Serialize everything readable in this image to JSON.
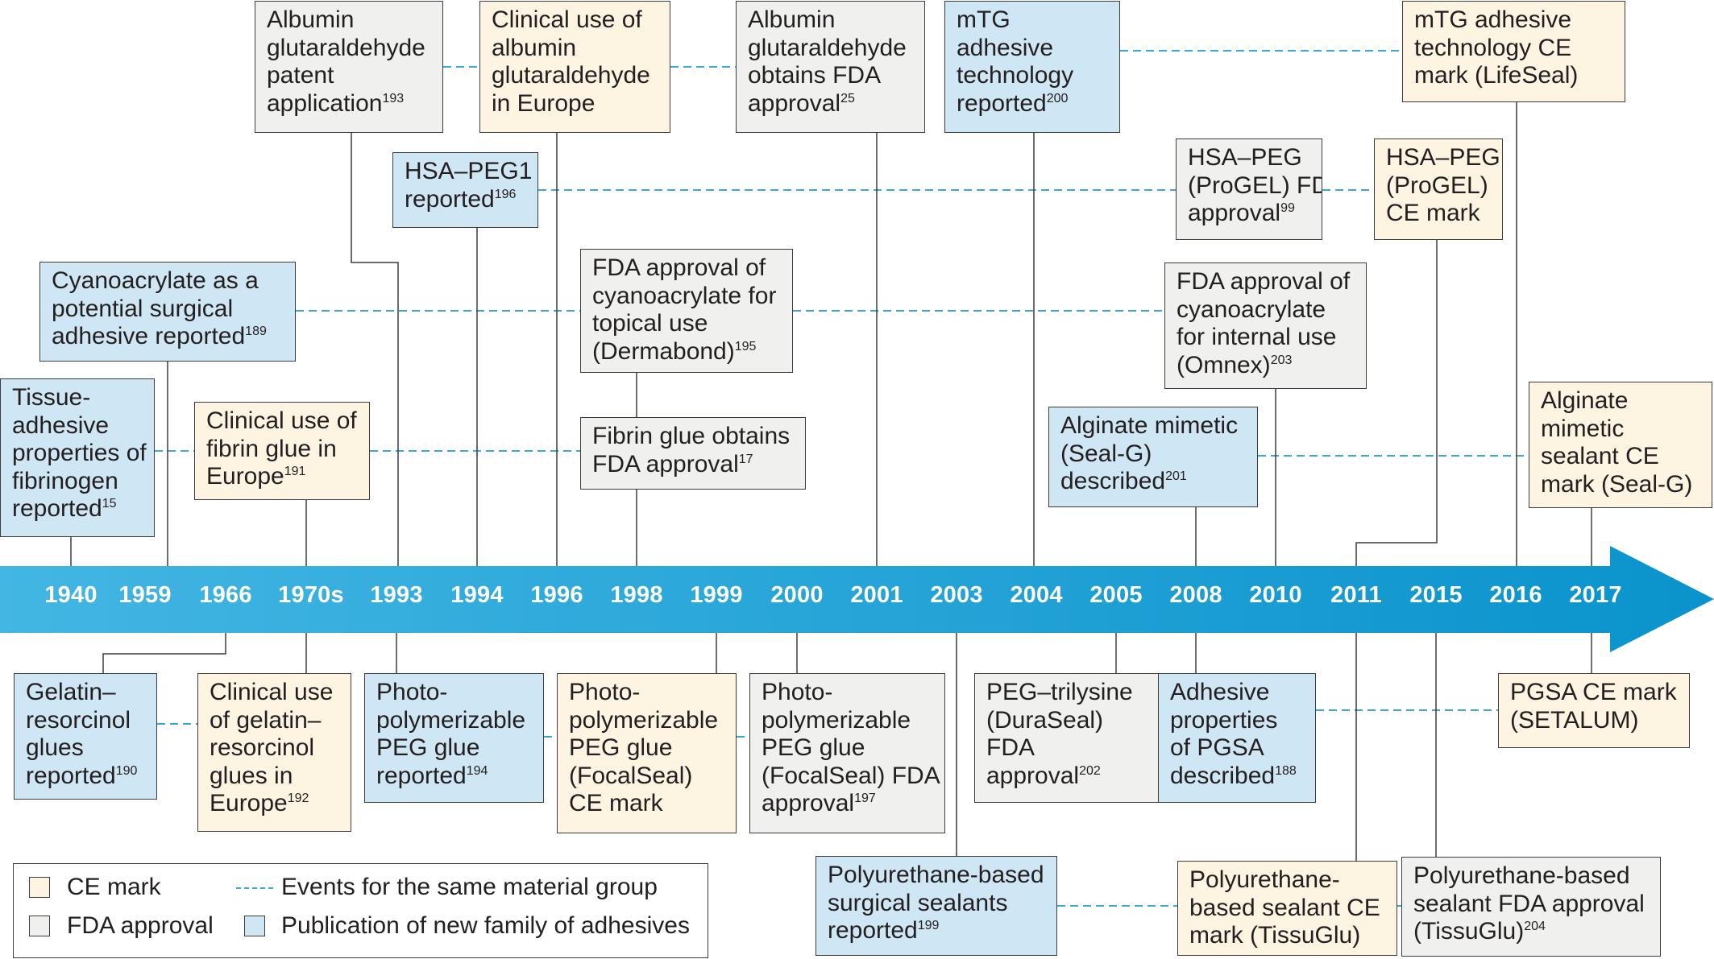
{
  "colors": {
    "ce_mark": "#fdf4e1",
    "fda_approval": "#f0f0ee",
    "publication": "#cfe6f4",
    "arrow_light": "#43b6e3",
    "arrow_dark": "#0a93cc",
    "dashed_link": "#3aa8d8",
    "connector": "#3c3c3c"
  },
  "timeline": {
    "years": [
      "1940",
      "1959",
      "1966",
      "1970s",
      "1993",
      "1994",
      "1996",
      "1998",
      "1999",
      "2000",
      "2001",
      "2003",
      "2004",
      "2005",
      "2008",
      "2010",
      "2011",
      "2015",
      "2016",
      "2017"
    ]
  },
  "events": [
    {
      "id": "albumin-glut-patent",
      "category": "fda",
      "lines": [
        "Albumin",
        "glutaraldehyde",
        "patent",
        "application"
      ],
      "ref": "193"
    },
    {
      "id": "clinical-albumin-europe",
      "category": "ce",
      "lines": [
        "Clinical use of",
        "albumin",
        "glutaraldehyde",
        "in Europe"
      ],
      "ref": ""
    },
    {
      "id": "albumin-glut-fda",
      "category": "fda",
      "lines": [
        "Albumin",
        "glutaraldehyde",
        "obtains FDA",
        "approval"
      ],
      "ref": "25"
    },
    {
      "id": "mtg-reported",
      "category": "pub",
      "lines": [
        "mTG",
        "adhesive",
        "technology",
        "reported"
      ],
      "ref": "200"
    },
    {
      "id": "mtg-ce",
      "category": "ce",
      "lines": [
        "mTG adhesive",
        "technology CE",
        "mark (LifeSeal)"
      ],
      "ref": ""
    },
    {
      "id": "hsa-peg1",
      "category": "pub",
      "lines": [
        "HSA–PEG1",
        "reported"
      ],
      "ref": "196"
    },
    {
      "id": "progel-fda",
      "category": "fda",
      "lines": [
        "HSA–PEG",
        "(ProGEL) FDA",
        "approval"
      ],
      "ref": "99"
    },
    {
      "id": "progel-ce",
      "category": "ce",
      "lines": [
        "HSA–PEG",
        "(ProGEL)",
        "CE mark"
      ],
      "ref": ""
    },
    {
      "id": "cyano-reported",
      "category": "pub",
      "lines": [
        "Cyanoacrylate as a",
        "potential surgical",
        "adhesive reported"
      ],
      "ref": "189"
    },
    {
      "id": "dermabond",
      "category": "fda",
      "lines": [
        "FDA approval of",
        "cyanoacrylate for",
        "topical use",
        "(Dermabond)"
      ],
      "ref": "195"
    },
    {
      "id": "omnex",
      "category": "fda",
      "lines": [
        "FDA approval of",
        "cyanoacrylate",
        "for internal use",
        "(Omnex)"
      ],
      "ref": "203"
    },
    {
      "id": "fibrinogen",
      "category": "pub",
      "lines": [
        "Tissue-",
        "adhesive",
        "properties of",
        "fibrinogen",
        "reported"
      ],
      "ref": "15"
    },
    {
      "id": "fibrin-europe",
      "category": "ce",
      "lines": [
        "Clinical use of",
        "fibrin glue in",
        "Europe"
      ],
      "ref": "191"
    },
    {
      "id": "fibrin-fda",
      "category": "fda",
      "lines": [
        "Fibrin glue obtains",
        "FDA approval"
      ],
      "ref": "17"
    },
    {
      "id": "sealg-described",
      "category": "pub",
      "lines": [
        "Alginate mimetic",
        "(Seal-G)",
        "described"
      ],
      "ref": "201"
    },
    {
      "id": "sealg-ce",
      "category": "ce",
      "lines": [
        "Alginate",
        "mimetic",
        "sealant CE",
        "mark (Seal-G)"
      ],
      "ref": ""
    },
    {
      "id": "gelatin-reported",
      "category": "pub",
      "lines": [
        "Gelatin–",
        "resorcinol",
        "glues",
        "reported"
      ],
      "ref": "190"
    },
    {
      "id": "gelatin-europe",
      "category": "ce",
      "lines": [
        "Clinical use",
        "of gelatin–",
        "resorcinol",
        "glues in",
        "Europe"
      ],
      "ref": "192"
    },
    {
      "id": "peg-reported",
      "category": "pub",
      "lines": [
        "Photo-",
        "polymerizable",
        "PEG glue",
        "reported"
      ],
      "ref": "194"
    },
    {
      "id": "focalseal-ce",
      "category": "ce",
      "lines": [
        "Photo-",
        "polymerizable",
        "PEG glue",
        "(FocalSeal)",
        "CE mark"
      ],
      "ref": ""
    },
    {
      "id": "focalseal-fda",
      "category": "fda",
      "lines": [
        "Photo-",
        "polymerizable",
        "PEG glue",
        "(FocalSeal) FDA",
        "approval"
      ],
      "ref": "197"
    },
    {
      "id": "duraseal",
      "category": "fda",
      "lines": [
        "PEG–trilysine",
        "(DuraSeal)",
        "FDA",
        "approval"
      ],
      "ref": "202"
    },
    {
      "id": "pgsa-described",
      "category": "pub",
      "lines": [
        "Adhesive",
        "properties",
        "of PGSA",
        "described"
      ],
      "ref": "188"
    },
    {
      "id": "setalum",
      "category": "ce",
      "lines": [
        "PGSA CE mark",
        "(SETALUM)"
      ],
      "ref": ""
    },
    {
      "id": "pu-reported",
      "category": "pub",
      "lines": [
        "Polyurethane-based",
        "surgical sealants",
        "reported"
      ],
      "ref": "199"
    },
    {
      "id": "tissuglu-ce",
      "category": "ce",
      "lines": [
        "Polyurethane-",
        "based sealant CE",
        "mark (TissuGlu)"
      ],
      "ref": ""
    },
    {
      "id": "tissuglu-fda",
      "category": "fda",
      "lines": [
        "Polyurethane-based",
        "sealant FDA approval",
        "(TissuGlu)"
      ],
      "ref": "204"
    }
  ],
  "legend": {
    "ce_label": "CE mark",
    "fda_label": "FDA approval",
    "dash_label": "Events for the same material group",
    "pub_label": "Publication of new family of adhesives"
  }
}
